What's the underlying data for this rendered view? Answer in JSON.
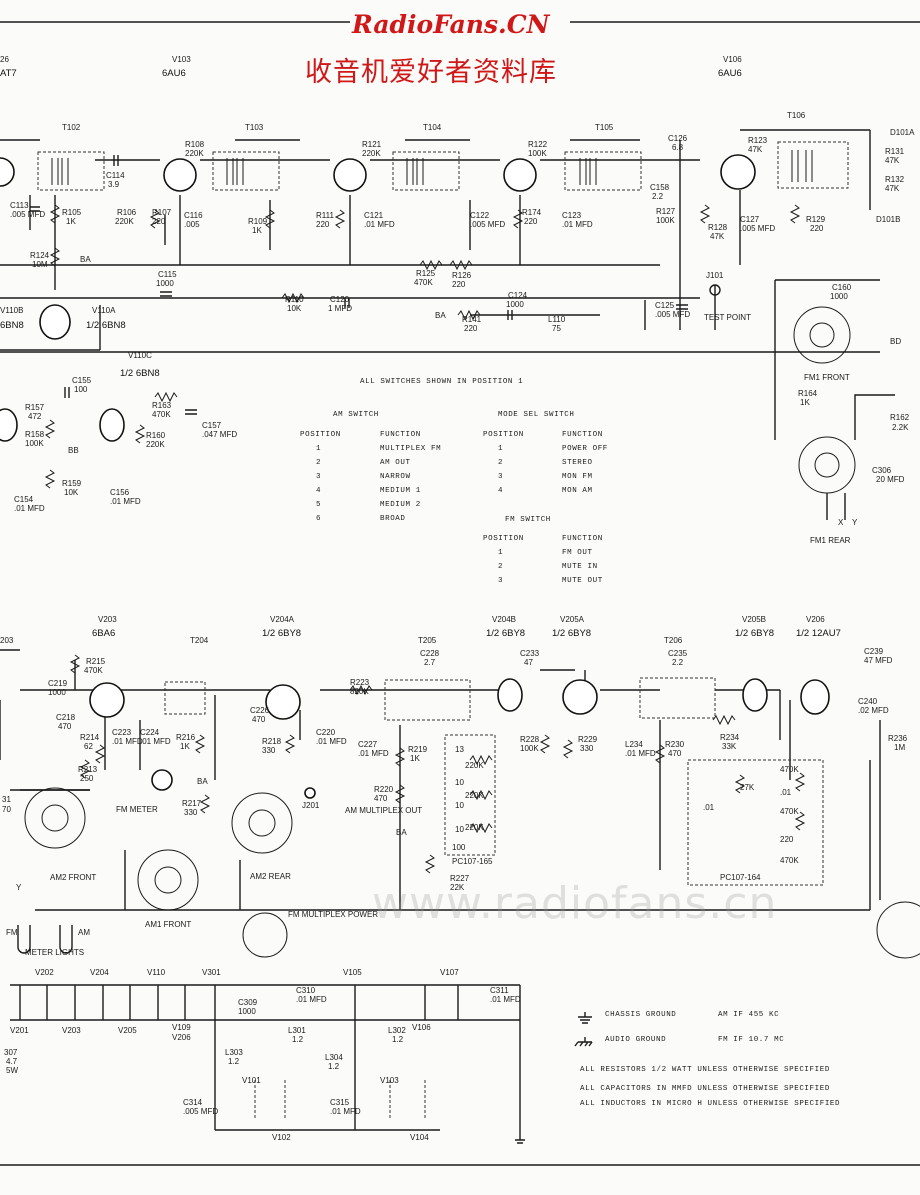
{
  "watermark": {
    "brand": "RadioFans.CN",
    "chinese": "收音机爱好者资料库",
    "url": "www.radiofans.cn"
  },
  "tubes_top": [
    {
      "ref": "V103",
      "type": "6AU6"
    },
    {
      "ref": "V106",
      "type": "6AU6"
    }
  ],
  "tube_edge": {
    "ref": "26",
    "type": "AT7"
  },
  "transformers_top": [
    "T102",
    "T103",
    "T104",
    "T105",
    "T106"
  ],
  "components_top": [
    {
      "ref": "R108",
      "value": "220K"
    },
    {
      "ref": "R121",
      "value": "220K"
    },
    {
      "ref": "R122",
      "value": "100K"
    },
    {
      "ref": "C126",
      "value": "6.8"
    },
    {
      "ref": "R123",
      "value": "47K"
    },
    {
      "ref": "R131",
      "value": "47K"
    },
    {
      "ref": "R132",
      "value": "47K"
    },
    {
      "ref": "D101A",
      "value": ""
    },
    {
      "ref": "D101B",
      "value": ""
    },
    {
      "ref": "C114",
      "value": "3.9"
    },
    {
      "ref": "C113",
      "value": ".005 MFD"
    },
    {
      "ref": "R105",
      "value": "1K"
    },
    {
      "ref": "R106",
      "value": "220K"
    },
    {
      "ref": "R107",
      "value": "220"
    },
    {
      "ref": "C116",
      "value": ".005"
    },
    {
      "ref": "R109",
      "value": "1K"
    },
    {
      "ref": "R111",
      "value": "220"
    },
    {
      "ref": "C121",
      "value": ".01 MFD"
    },
    {
      "ref": "C122",
      "value": ".005 MFD"
    },
    {
      "ref": "R174",
      "value": "220"
    },
    {
      "ref": "C123",
      "value": ".01 MFD"
    },
    {
      "ref": "C158",
      "value": "2.2"
    },
    {
      "ref": "R127",
      "value": "100K"
    },
    {
      "ref": "R128",
      "value": "47K"
    },
    {
      "ref": "C127",
      "value": ".005 MFD"
    },
    {
      "ref": "R129",
      "value": "220"
    },
    {
      "ref": "R124",
      "value": "10M"
    },
    {
      "ref": "C115",
      "value": "1000"
    },
    {
      "ref": "R125",
      "value": "470K"
    },
    {
      "ref": "R126",
      "value": "220"
    },
    {
      "ref": "R110",
      "value": "10K"
    },
    {
      "ref": "C120",
      "value": "1 MFD"
    },
    {
      "ref": "C124",
      "value": "1000"
    },
    {
      "ref": "R141",
      "value": "220"
    },
    {
      "ref": "L110",
      "value": "75"
    },
    {
      "ref": "C125",
      "value": ".005 MFD"
    },
    {
      "ref": "C160",
      "value": "1000"
    }
  ],
  "misc_top": {
    "ba": "BA",
    "j101": "J101",
    "test_point": "TEST POINT",
    "v110a": "V110A",
    "v110a_type": "1/2 6BN8",
    "v110b": "V110B",
    "v110b_type": "6BN8",
    "bd": "BD"
  },
  "v110c": {
    "ref": "V110C",
    "type": "1/2 6BN8",
    "components": [
      {
        "ref": "C155",
        "value": "100"
      },
      {
        "ref": "R157",
        "value": "472"
      },
      {
        "ref": "R158",
        "value": "100K"
      },
      {
        "ref": "R163",
        "value": "470K"
      },
      {
        "ref": "R160",
        "value": "220K"
      },
      {
        "ref": "C157",
        "value": ".047 MFD"
      },
      {
        "ref": "R159",
        "value": "10K"
      },
      {
        "ref": "C154",
        "value": ".01 MFD"
      },
      {
        "ref": "C156",
        "value": ".01 MFD"
      }
    ],
    "bb": "BB"
  },
  "switch_table": {
    "heading": "ALL SWITCHES SHOWN IN POSITION 1",
    "am": {
      "title": "AM SWITCH",
      "col1": "POSITION",
      "col2": "FUNCTION",
      "rows": [
        [
          "1",
          "MULTIPLEX FM"
        ],
        [
          "2",
          "AM OUT"
        ],
        [
          "3",
          "NARROW"
        ],
        [
          "4",
          "MEDIUM 1"
        ],
        [
          "5",
          "MEDIUM 2"
        ],
        [
          "6",
          "BROAD"
        ]
      ]
    },
    "mode": {
      "title": "MODE SEL SWITCH",
      "col1": "POSITION",
      "col2": "FUNCTION",
      "rows": [
        [
          "1",
          "POWER OFF"
        ],
        [
          "2",
          "STEREO"
        ],
        [
          "3",
          "MON FM"
        ],
        [
          "4",
          "MON AM"
        ]
      ]
    },
    "fm": {
      "title": "FM SWITCH",
      "col1": "POSITION",
      "col2": "FUNCTION",
      "rows": [
        [
          "1",
          "FM OUT"
        ],
        [
          "2",
          "MUTE IN"
        ],
        [
          "3",
          "MUTE OUT"
        ]
      ]
    }
  },
  "fm1": {
    "front": "FM1 FRONT",
    "rear": "FM1 REAR",
    "r164": "R164",
    "r164v": "1K",
    "r162": "R162",
    "r162v": "2.2K",
    "c306": "C306",
    "c306v": "20 MFD",
    "x": "X",
    "y": "Y"
  },
  "tubes_mid": [
    {
      "ref": "V203",
      "type": "6BA6"
    },
    {
      "ref": "V204A",
      "type": "1/2 6BY8"
    },
    {
      "ref": "V204B",
      "type": "1/2 6BY8"
    },
    {
      "ref": "V205A",
      "type": "1/2 6BY8"
    },
    {
      "ref": "V205B",
      "type": "1/2 6BY8"
    },
    {
      "ref": "V206",
      "type": "1/2 12AU7"
    }
  ],
  "transformers_mid": [
    "T204",
    "T205",
    "T206"
  ],
  "components_mid": [
    {
      "ref": "R215",
      "value": "470K"
    },
    {
      "ref": "C219",
      "value": "1000"
    },
    {
      "ref": "C218",
      "value": "470"
    },
    {
      "ref": "R214",
      "value": "62"
    },
    {
      "ref": "C223",
      "value": ".01 MFD"
    },
    {
      "ref": "C224",
      "value": ".01 MFD"
    },
    {
      "ref": "R216",
      "value": "1K"
    },
    {
      "ref": "R213",
      "value": "250"
    },
    {
      "ref": "C226",
      "value": "470"
    },
    {
      "ref": "R218",
      "value": "330"
    },
    {
      "ref": "C220",
      "value": ".01 MFD"
    },
    {
      "ref": "C227",
      "value": ".01 MFD"
    },
    {
      "ref": "C228",
      "value": "2.7"
    },
    {
      "ref": "R223",
      "value": "820K"
    },
    {
      "ref": "R219",
      "value": "1K"
    },
    {
      "ref": "R220",
      "value": "470"
    },
    {
      "ref": "C233",
      "value": "47"
    },
    {
      "ref": "R228",
      "value": "100K"
    },
    {
      "ref": "R229",
      "value": "330"
    },
    {
      "ref": "C235",
      "value": "2.2"
    },
    {
      "ref": "L234",
      "value": ".01 MFD"
    },
    {
      "ref": "R230",
      "value": "470"
    },
    {
      "ref": "R234",
      "value": "33K"
    },
    {
      "ref": "C239",
      "value": "47 MFD"
    },
    {
      "ref": "C240",
      "value": ".02 MFD"
    },
    {
      "ref": "R236",
      "value": "1M"
    },
    {
      "ref": "R217",
      "value": "330"
    },
    {
      "ref": "R227",
      "value": "22K"
    }
  ],
  "pc165": {
    "label": "PC107-165",
    "caps": [
      "13",
      "10",
      "10",
      "10",
      "100"
    ],
    "resistors": [
      "220K",
      "220K",
      "220K"
    ]
  },
  "pc164": {
    "label": "PC107-164",
    "values": [
      ".01",
      "27K",
      "470K",
      ".01",
      "470K",
      "220",
      "470K"
    ]
  },
  "misc_mid": {
    "fm_meter": "FM METER",
    "j201": "J201",
    "am_mux_out": "AM MULTIPLEX OUT",
    "ba": "BA",
    "ba2": "BA",
    "am2_front": "AM2 FRONT",
    "am2_rear": "AM2 REAR",
    "am1_front": "AM1 FRONT",
    "fm_mux_power": "FM MULTIPLEX POWER",
    "meter_lights": "METER LIGHTS",
    "fm": "FM",
    "am": "AM",
    "y": "Y",
    "left_ref": "203",
    "left_ref2": "31",
    "left_ref3": "70"
  },
  "heaters": {
    "top_row": [
      "V202",
      "V204",
      "V110",
      "V301",
      "V105",
      "V107"
    ],
    "bottom_row": [
      "V201",
      "V203",
      "V205",
      "V109",
      "V206",
      "V106"
    ],
    "c309": "C309",
    "c309v": "1000",
    "c310": "C310",
    "c310v": ".01 MFD",
    "c311": "C311",
    "c311v": ".01 MFD",
    "l301": "L301",
    "l301v": "1.2",
    "l302": "L302",
    "l302v": "1.2",
    "l303": "L303",
    "l303v": "1.2",
    "l304": "L304",
    "l304v": "1.2",
    "c314": "C314",
    "c314v": ".005 MFD",
    "c315": "C315",
    "c315v": ".01 MFD",
    "v101": "V101",
    "v102": "V102",
    "v103": "V103",
    "v104": "V104",
    "l307": "307",
    "l307v": "4.7",
    "l307w": "5W"
  },
  "legend": {
    "chassis": "CHASSIS GROUND",
    "audio": "AUDIO GROUND",
    "am_if": "AM IF 455 KC",
    "fm_if": "FM IF 10.7 MC",
    "note1": "ALL RESISTORS 1/2 WATT UNLESS OTHERWISE SPECIFIED",
    "note2": "ALL CAPACITORS IN MMFD UNLESS OTHERWISE SPECIFIED",
    "note3": "ALL INDUCTORS IN MICRO H UNLESS OTHERWISE SPECIFIED"
  }
}
